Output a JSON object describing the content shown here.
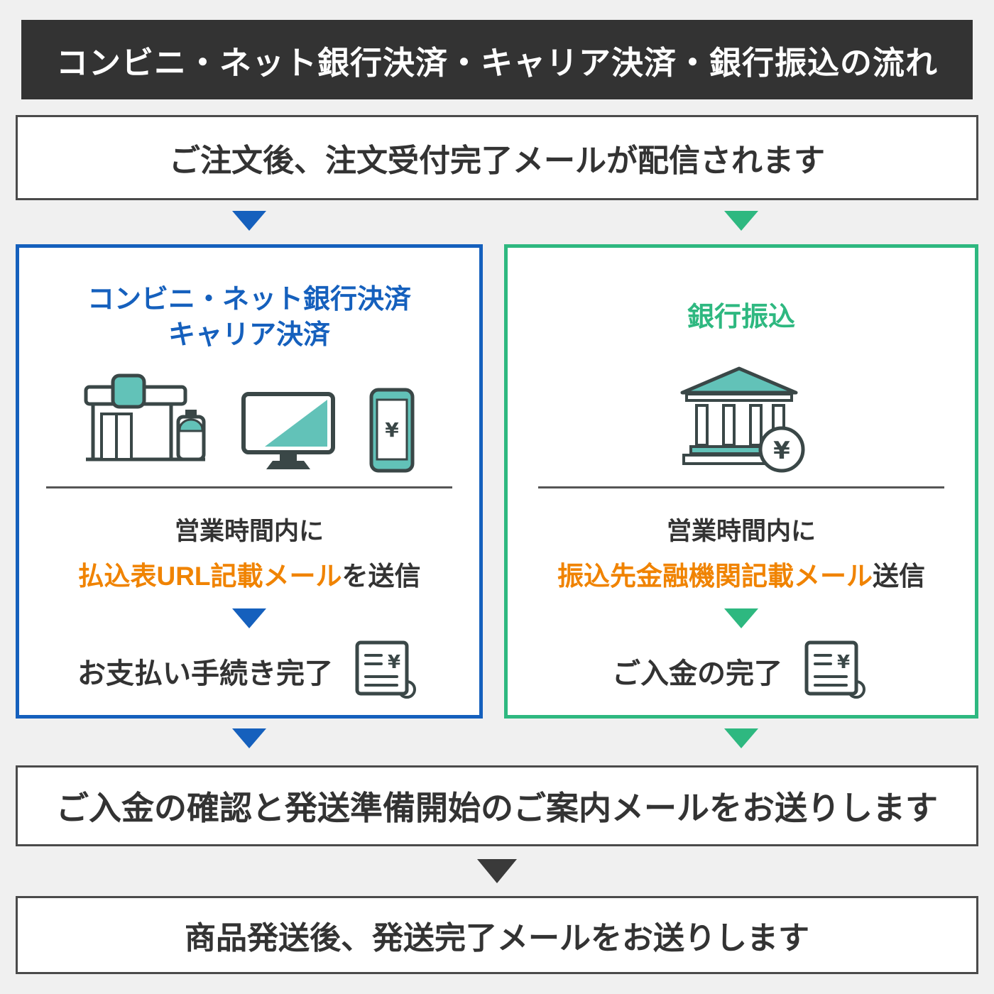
{
  "colors": {
    "header_bg": "#333333",
    "blue_accent": "#1560bd",
    "green_accent": "#2eb880",
    "orange_highlight": "#f08300",
    "dark_text": "#333333",
    "icon_teal": "#62c2b8",
    "icon_outline": "#3a4747"
  },
  "header": {
    "title": "コンビニ・ネット銀行決済・キャリア決済・銀行振込の流れ"
  },
  "step_order": {
    "text": "ご注文後、注文受付完了メールが配信されます"
  },
  "left_column": {
    "title_line1": "コンビニ・ネット銀行決済",
    "title_line2": "キャリア決済",
    "notice_line1": "営業時間内に",
    "notice_highlight": "払込表URL記載メール",
    "notice_suffix": "を送信",
    "complete_text": "お支払い手続き完了"
  },
  "right_column": {
    "title": "銀行振込",
    "notice_line1": "営業時間内に",
    "notice_highlight": "振込先金融機関記載メール",
    "notice_suffix": "送信",
    "complete_text": "ご入金の完了"
  },
  "step_confirm": {
    "text": "ご入金の確認と発送準備開始のご案内メールをお送りします"
  },
  "step_ship": {
    "text": "商品発送後、発送完了メールをお送りします"
  },
  "icons": {
    "yen": "¥"
  }
}
